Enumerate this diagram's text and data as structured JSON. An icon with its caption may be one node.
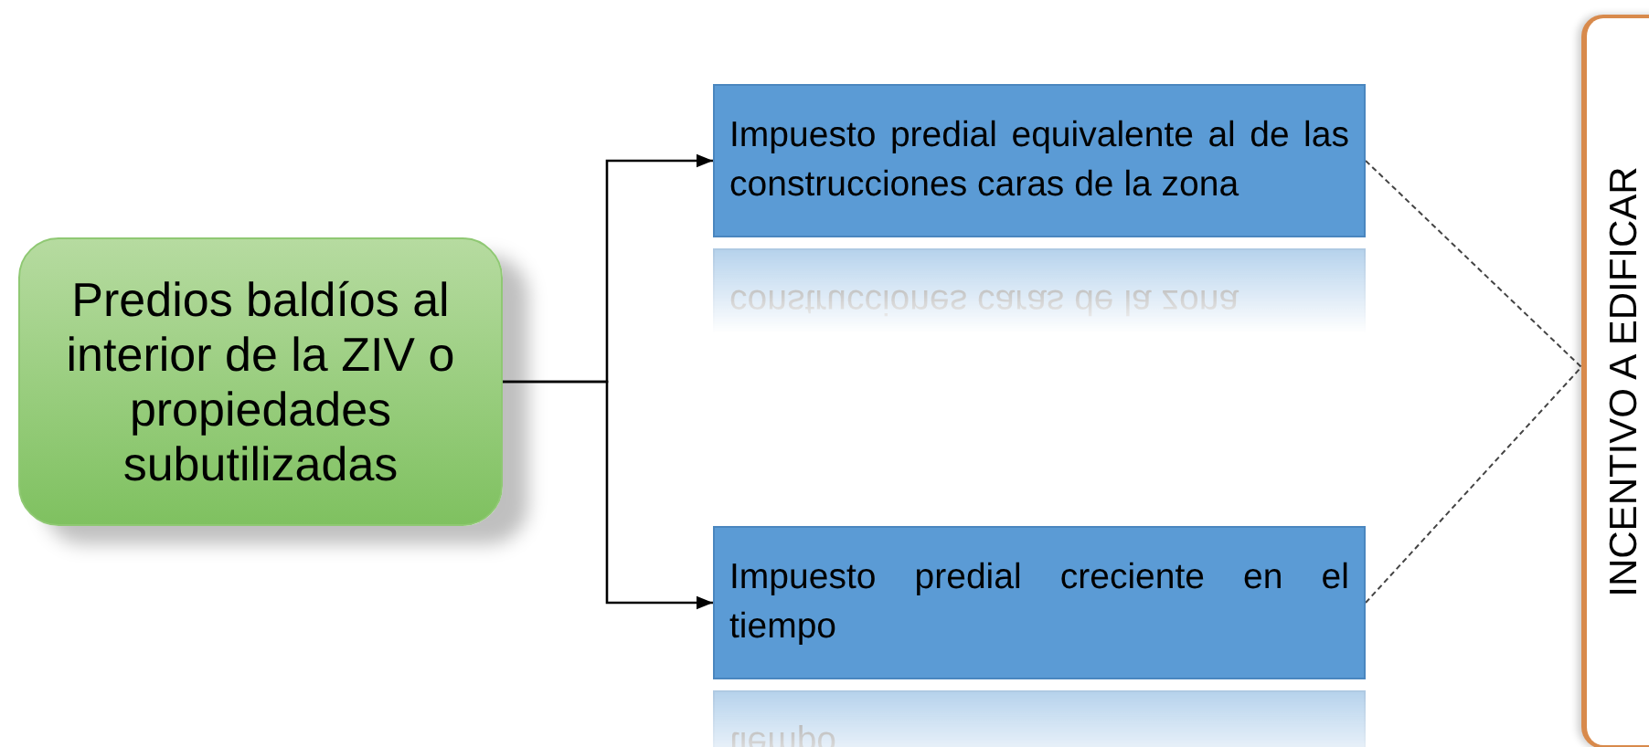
{
  "diagram": {
    "nodes": [
      {
        "text": [
          "Predios baldíos al interior de la ZIV o propiedades subutilizadas"
        ]
      },
      {
        "text": [
          "Impuesto predial equivalente al de las construcciones caras de la zona"
        ]
      },
      {
        "text": [
          "Impuesto predial creciente en el tiempo"
        ]
      },
      {
        "text": [
          "INCENTIVO A EDIFICAR"
        ]
      }
    ],
    "edges": [
      {
        "from": 0,
        "to": 1,
        "arrow": "to"
      },
      {
        "from": 0,
        "to": 2,
        "arrow": "to"
      },
      {
        "from": 1,
        "to": 3,
        "arrow": "none",
        "style": "dashed"
      },
      {
        "from": 2,
        "to": 3,
        "arrow": "none",
        "style": "dashed"
      }
    ]
  }
}
